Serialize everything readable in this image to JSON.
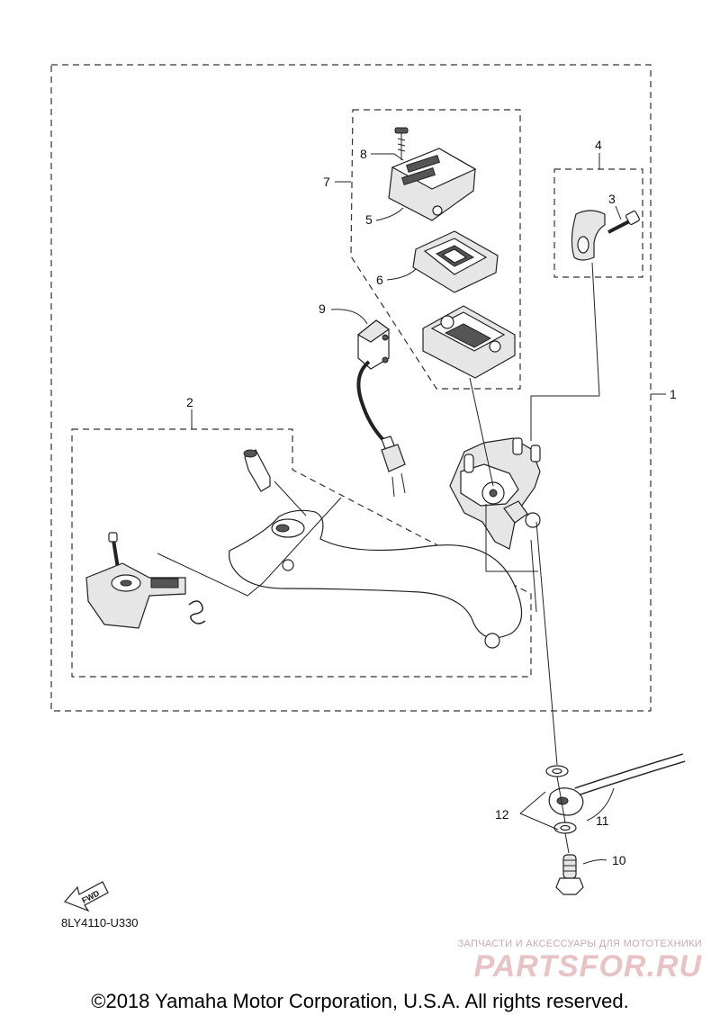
{
  "diagram": {
    "callouts": [
      "1",
      "2",
      "3",
      "4",
      "5",
      "6",
      "7",
      "8",
      "9",
      "10",
      "11",
      "12"
    ],
    "diagram_code": "8LY4110-U330",
    "fwd_label": "FWD",
    "part_icons": {
      "screw_8": "screw-icon",
      "master_cylinder_cap_5": "reservoir-cap-icon",
      "diaphragm_6": "diaphragm-icon",
      "reservoir_body": "reservoir-body-icon",
      "brake_switch_9": "switch-icon",
      "master_cylinder_1": "master-cylinder-icon",
      "holder_4": "holder-icon",
      "bolt_3": "bolt-icon",
      "lever_2": "lever-icon",
      "hose_11": "hose-icon",
      "gasket_12": "gasket-icon",
      "union_bolt_10": "union-bolt-icon"
    }
  },
  "footer": {
    "copyright": "©2018 Yamaha Motor Corporation, U.S.A. All rights reserved."
  },
  "watermark": {
    "tagline": "ЗАПЧАСТИ И АКСЕССУАРЫ ДЛЯ МОТОТЕХНИКИ",
    "logo": "PARTSFOR.RU"
  },
  "colors": {
    "line": "#222222",
    "watermark": "#e7c3c6",
    "background": "#ffffff"
  }
}
